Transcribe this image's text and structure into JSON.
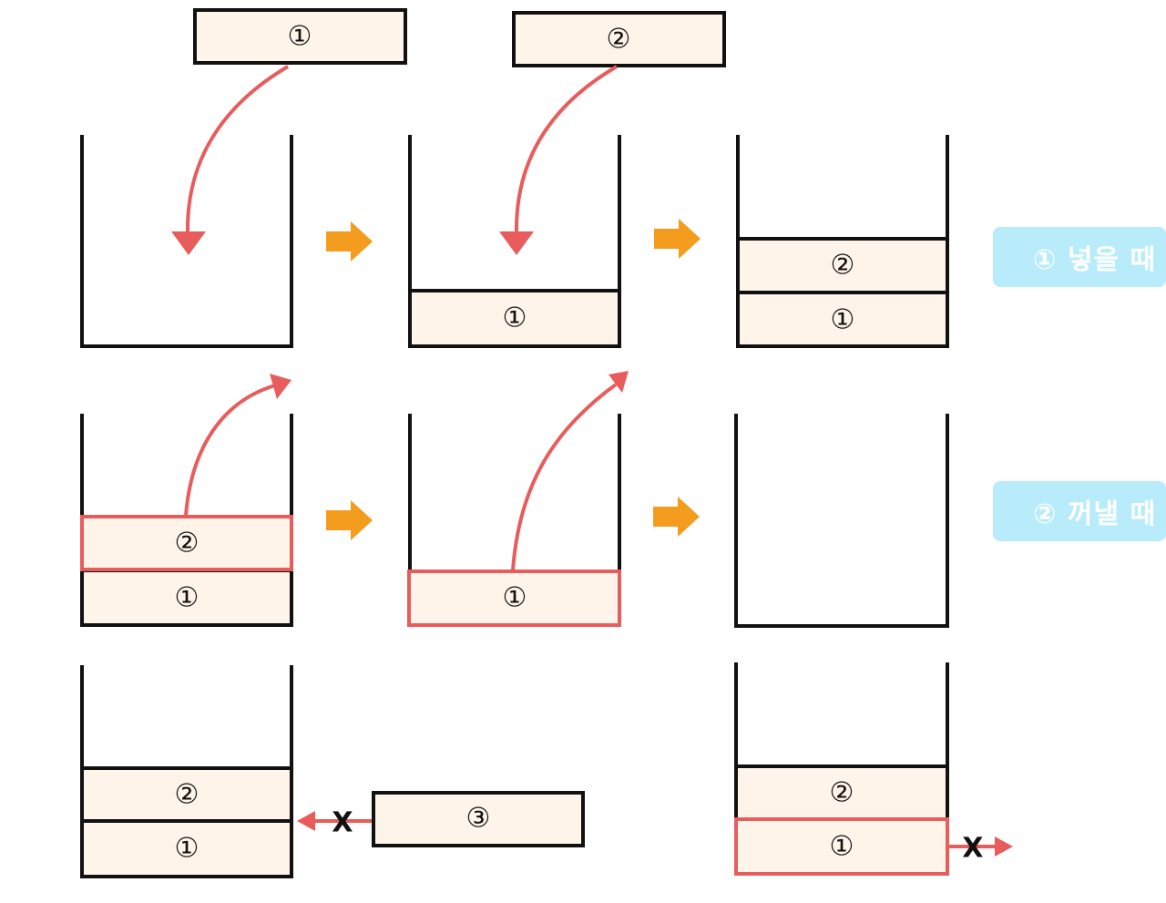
{
  "labels": {
    "item1": "①",
    "item2": "②",
    "item3": "③",
    "push": "① 넣을 때",
    "pop": "② 꺼낼 때",
    "cross": "X"
  },
  "colors": {
    "outline": "#111111",
    "box_fill": "#fef4e9",
    "highlight": "#e85c5c",
    "flow_arrow": "#f39c1e",
    "badge_bg": "#b8ecfa"
  }
}
